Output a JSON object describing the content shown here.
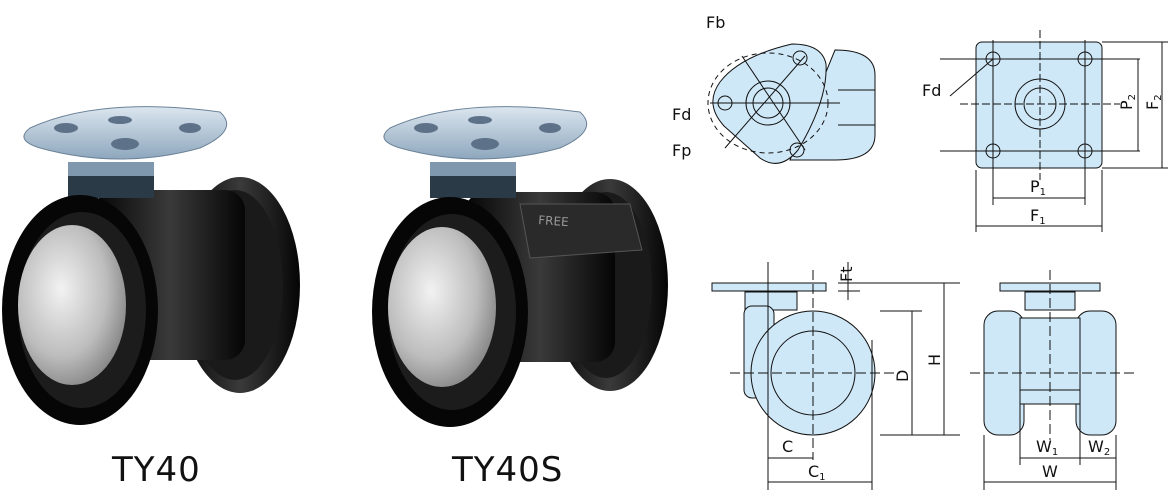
{
  "products": [
    {
      "model": "TY40"
    },
    {
      "model": "TY40S",
      "brake_label": "FREE"
    }
  ],
  "diagram_labels": {
    "fb": "Fb",
    "fd_left": "Fd",
    "fp": "Fp",
    "fd_right": "Fd",
    "p1": "P",
    "p1_sub": "1",
    "f1": "F",
    "f1_sub": "1",
    "p2": "P",
    "p2_sub": "2",
    "f2": "F",
    "f2_sub": "2",
    "ft": "Ft",
    "d": "D",
    "h": "H",
    "c": "C",
    "c1": "C",
    "c1_sub": "1",
    "w1": "W",
    "w1_sub": "1",
    "w2": "W",
    "w2_sub": "2",
    "w": "W"
  },
  "colors": {
    "diagram_fill": "#cfe8f7",
    "wheel_black": "#111111",
    "plate_metal": "#a9c3d9"
  }
}
